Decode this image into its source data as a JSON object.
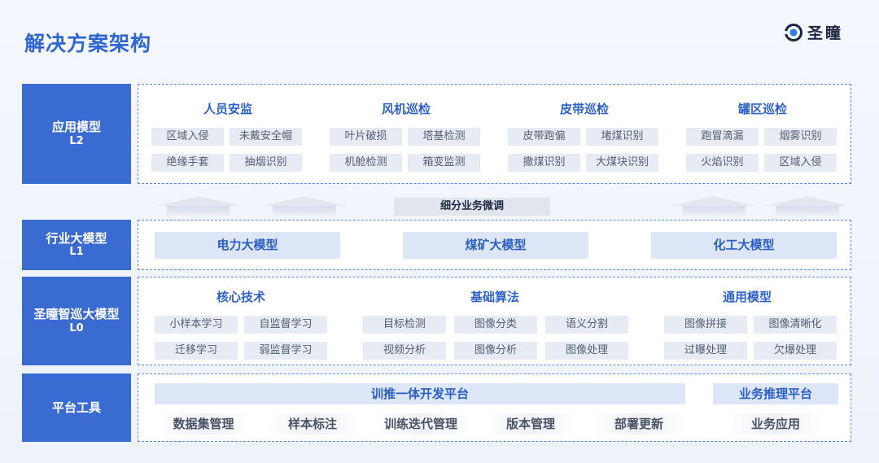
{
  "title": "解决方案架构",
  "brand": "圣瞳",
  "layers": {
    "l2": {
      "name": "应用模型",
      "level": "L2"
    },
    "l1": {
      "name": "行业大模型",
      "level": "L1"
    },
    "l0": {
      "name": "圣瞳智巡大模型",
      "level": "L0"
    },
    "tools": {
      "name": "平台工具"
    }
  },
  "fine_tune": "细分业务微调",
  "apps": [
    {
      "title": "人员安监",
      "items": [
        "区域入侵",
        "未戴安全帽",
        "绝缘手套",
        "抽烟识别"
      ]
    },
    {
      "title": "风机巡检",
      "items": [
        "叶片破损",
        "塔基检测",
        "机舱检测",
        "箱变监测"
      ]
    },
    {
      "title": "皮带巡检",
      "items": [
        "皮带跑偏",
        "堵煤识别",
        "撒煤识别",
        "大煤块识别"
      ]
    },
    {
      "title": "罐区巡检",
      "items": [
        "跑冒滴漏",
        "烟雾识别",
        "火焰识别",
        "区域入侵"
      ]
    }
  ],
  "industry_models": [
    "电力大模型",
    "煤矿大模型",
    "化工大模型"
  ],
  "base": [
    {
      "title": "核心技术",
      "items": [
        "小样本学习",
        "自监督学习",
        "迁移学习",
        "弱监督学习"
      ]
    },
    {
      "title": "基础算法",
      "items": [
        "目标检测",
        "图像分类",
        "语义分割",
        "视频分析",
        "图像分析",
        "图像处理"
      ]
    },
    {
      "title": "通用模型",
      "items": [
        "图像拼接",
        "图像清晰化",
        "过曝处理",
        "欠爆处理"
      ]
    }
  ],
  "platform": {
    "train_platform": "训推一体开发平台",
    "infer_platform": "业务推理平台",
    "tools": [
      "数据集管理",
      "样本标注",
      "训练迭代管理",
      "版本管理",
      "部署更新",
      "业务应用"
    ]
  }
}
